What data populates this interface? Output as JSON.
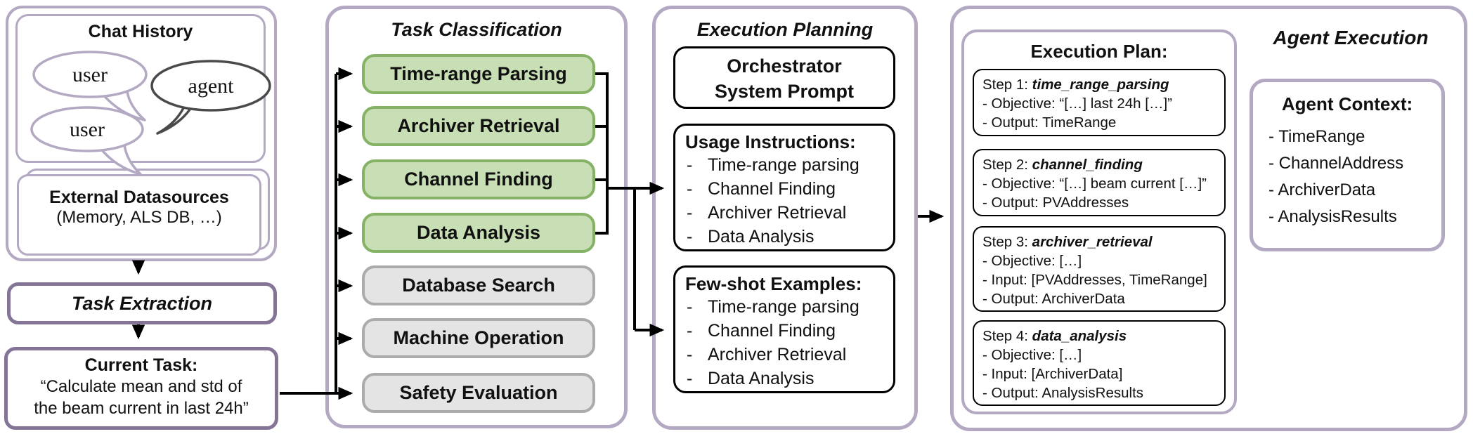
{
  "dash": "-",
  "colors": {
    "purple_light": "#b3a9c3",
    "purple_dark": "#847597",
    "green_fill": "#c8dfb5",
    "green_border": "#85b264",
    "gray_fill": "#e4e4e4",
    "gray_border": "#ababab",
    "line_black": "#000000"
  },
  "chat_panel": {
    "chat_history": {
      "title": "Chat History",
      "bubbles": {
        "b1": "user",
        "b2": "agent",
        "b3": "user"
      }
    },
    "external_datasources": {
      "title": "External Datasources",
      "subtitle": "(Memory, ALS DB, …)"
    },
    "task_extraction": {
      "label": "Task Extraction"
    },
    "current_task": {
      "title": "Current Task:",
      "line1": "“Calculate mean and std of",
      "line2": "the beam current in last 24h”"
    }
  },
  "task_classification": {
    "title": "Task Classification",
    "items": [
      {
        "label": "Time-range Parsing",
        "active": true
      },
      {
        "label": "Archiver Retrieval",
        "active": true
      },
      {
        "label": "Channel Finding",
        "active": true
      },
      {
        "label": "Data Analysis",
        "active": true
      },
      {
        "label": "Database Search",
        "active": false
      },
      {
        "label": "Machine Operation",
        "active": false
      },
      {
        "label": "Safety Evaluation",
        "active": false
      }
    ]
  },
  "execution_planning": {
    "title": "Execution Planning",
    "orchestrator": {
      "line1": "Orchestrator",
      "line2": "System Prompt"
    },
    "usage_instructions": {
      "title": "Usage Instructions:",
      "items": [
        "Time-range parsing",
        "Channel Finding",
        "Archiver Retrieval",
        "Data Analysis"
      ]
    },
    "few_shot_examples": {
      "title": "Few-shot Examples:",
      "items": [
        "Time-range parsing",
        "Channel Finding",
        "Archiver Retrieval",
        "Data Analysis"
      ]
    }
  },
  "agent_execution": {
    "title": "Agent Execution",
    "execution_plan": {
      "title": "Execution Plan:",
      "steps": [
        {
          "prefix": "Step 1: ",
          "name": "time_range_parsing",
          "lines": [
            "- Objective: “[…] last 24h […]”",
            "- Output: TimeRange"
          ]
        },
        {
          "prefix": "Step 2: ",
          "name": "channel_finding",
          "lines": [
            "- Objective: “[…] beam current […]”",
            "- Output: PVAddresses"
          ]
        },
        {
          "prefix": "Step 3: ",
          "name": "archiver_retrieval",
          "lines": [
            "- Objective: […]",
            "- Input: [PVAddresses, TimeRange]",
            "- Output: ArchiverData"
          ]
        },
        {
          "prefix": "Step 4: ",
          "name": "data_analysis",
          "lines": [
            "- Objective: […]",
            "- Input: [ArchiverData]",
            "- Output: AnalysisResults"
          ]
        }
      ]
    },
    "agent_context": {
      "title": "Agent Context:",
      "items": [
        "- TimeRange",
        "- ChannelAddress",
        "- ArchiverData",
        "- AnalysisResults"
      ]
    }
  }
}
